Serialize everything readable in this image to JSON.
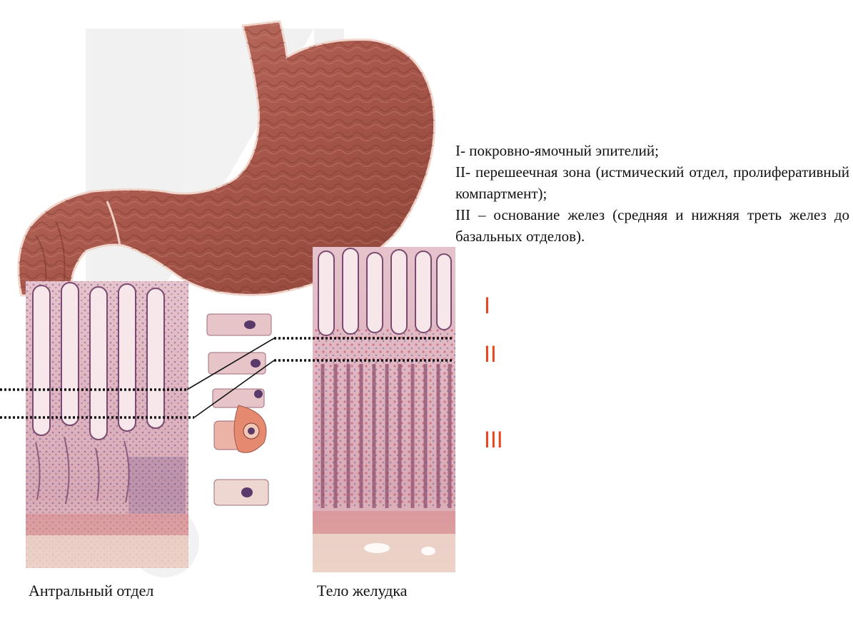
{
  "legend": {
    "line1": "I-  покровно-ямочный эпителий;",
    "line2": "II- перешеечная зона (истмический от­дел, пролиферативный компартмент);",
    "line3": " III – основание желез (средняя и ниж­няя треть желез до базальных отделов)."
  },
  "zones": {
    "zone1": "I",
    "zone2": "II",
    "zone3": "III"
  },
  "captions": {
    "antral": "Антральный отдел",
    "body": "Тело желудка"
  },
  "colors": {
    "zone_label": "#e8441c",
    "stomach_mucosa": "#b25a4c",
    "tissue_pink": "#dcb0b8",
    "nucleus": "#5a3a6a"
  }
}
